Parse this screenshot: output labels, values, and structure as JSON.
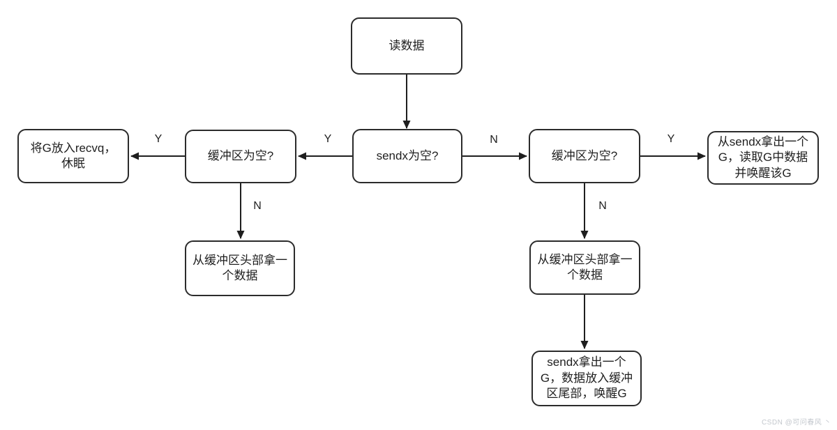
{
  "diagram": {
    "type": "flowchart",
    "nodes": {
      "read": {
        "label": "读数据"
      },
      "sendx_empty": {
        "label": "sendx为空?"
      },
      "buf_empty_left": {
        "label": "缓冲区为空?"
      },
      "recvq_sleep": {
        "label": "将G放入recvq，\n休眠"
      },
      "take_head_left": {
        "label": "从缓冲区头部拿一\n个数据"
      },
      "buf_empty_right": {
        "label": "缓冲区为空?"
      },
      "take_from_sendx": {
        "label": "从sendx拿出一个\nG，读取G中数据\n并唤醒该G"
      },
      "take_head_right": {
        "label": "从缓冲区头部拿一\n个数据"
      },
      "sendx_to_tail": {
        "label": "sendx拿出一个\nG，数据放入缓冲\n区尾部，唤醒G"
      }
    },
    "edge_labels": {
      "buf_left_to_recvq": "Y",
      "sendx_to_buf_left": "Y",
      "sendx_to_buf_right": "N",
      "buf_right_to_take_from_sendx": "Y",
      "buf_left_down": "N",
      "buf_right_down": "N"
    },
    "colors": {
      "node_border": "#2b2b2b",
      "edge_stroke": "#1e1e1e",
      "text": "#1f1f1f",
      "watermark": "#c3c7cd",
      "background": "#ffffff"
    },
    "watermark": "CSDN @可问春风 丶"
  }
}
